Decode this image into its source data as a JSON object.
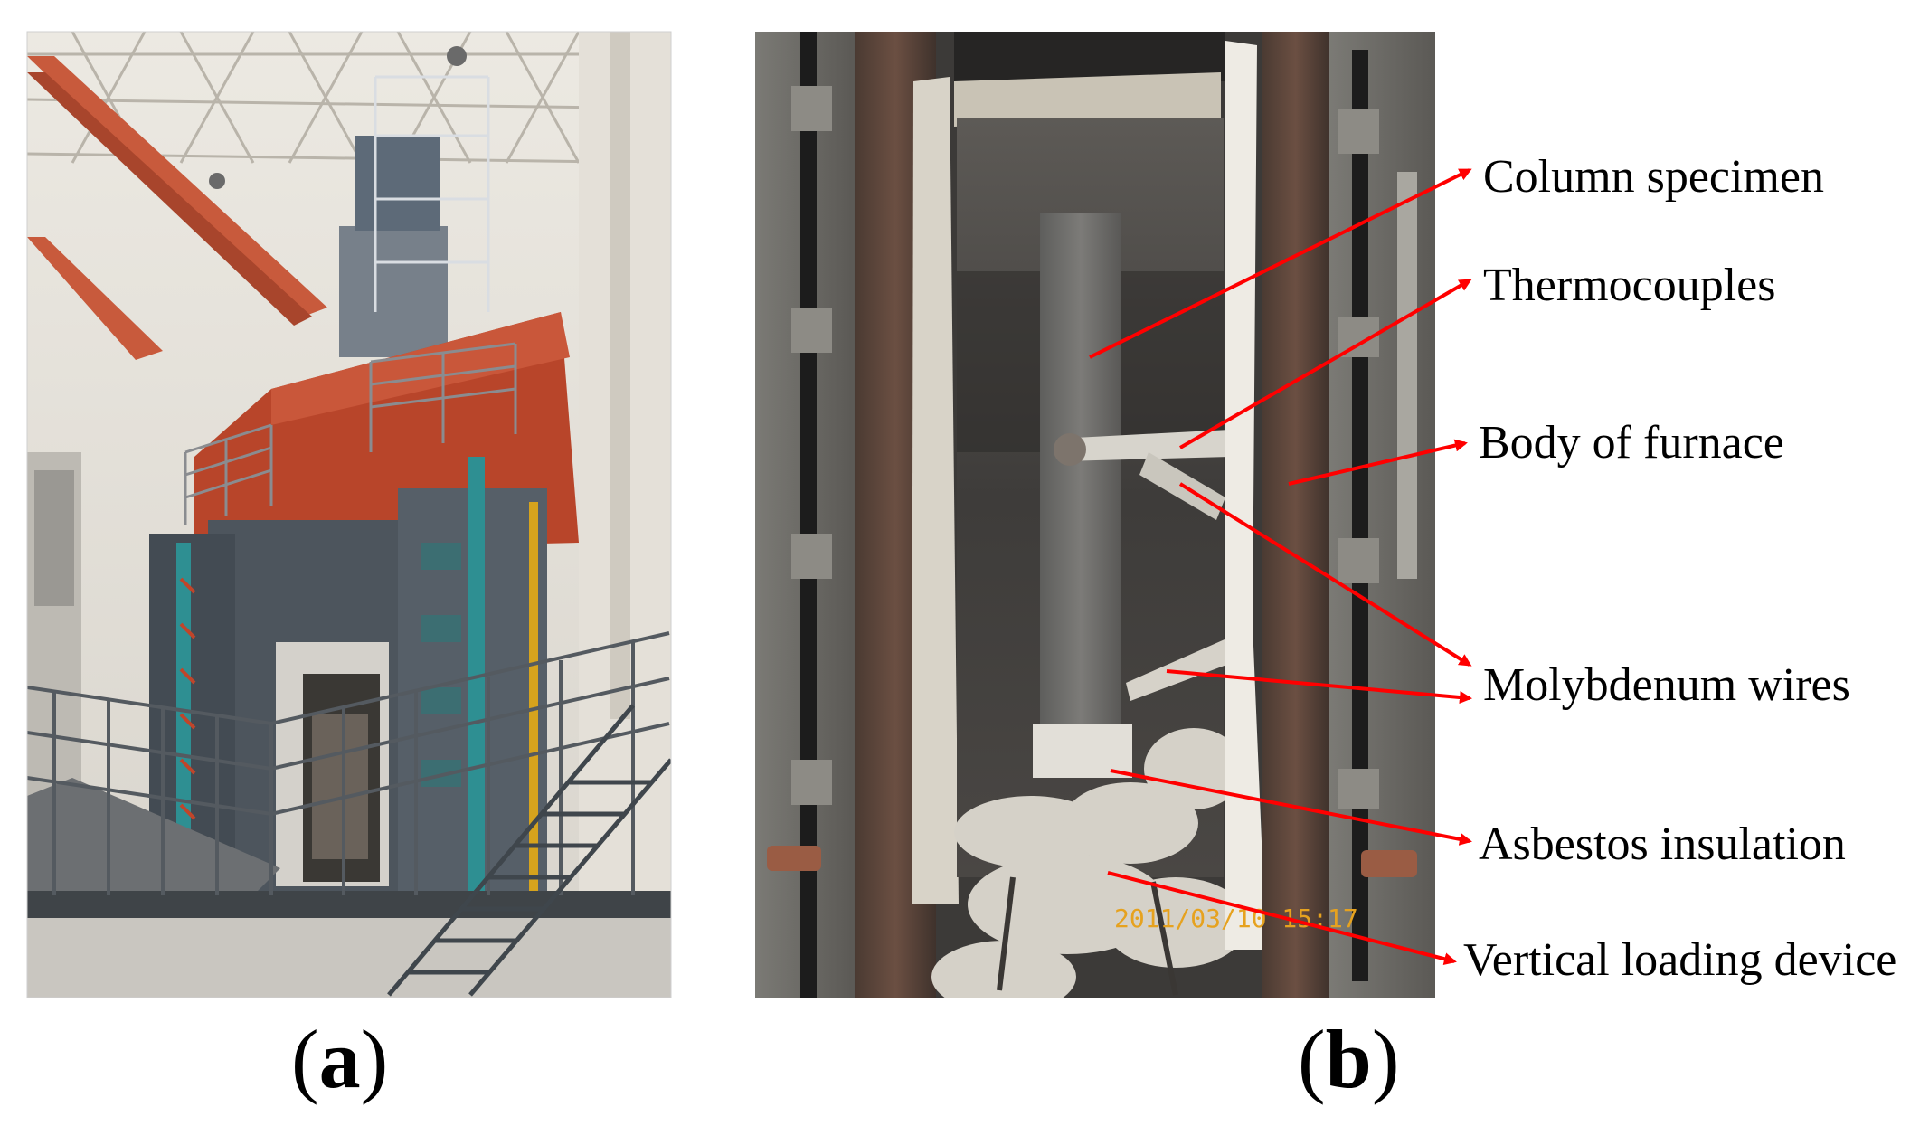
{
  "panels": [
    {
      "id": "a",
      "label": "a"
    },
    {
      "id": "b",
      "label": "b"
    }
  ],
  "callouts": [
    {
      "text": "Column specimen"
    },
    {
      "text": "Thermocouples"
    },
    {
      "text": "Body of furnace"
    },
    {
      "text": "Molybdenum wires"
    },
    {
      "text": "Asbestos insulation"
    },
    {
      "text": "Vertical loading device"
    }
  ],
  "timestamp": "2011/03/10 15:17",
  "colors": {
    "arrow": "#ff0000",
    "crane_beam": "#c85a3c",
    "furnace_top": "#b8452a",
    "furnace_body": "#4d555d",
    "column": "#2e8f92",
    "timestamp": "#e6a21f"
  }
}
